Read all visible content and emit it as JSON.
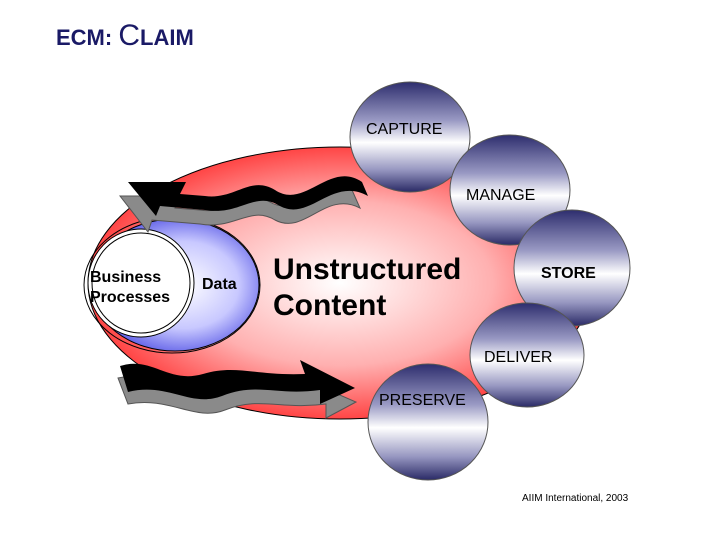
{
  "title": {
    "prefix": "ECM: ",
    "initial": "C",
    "rest": "LAIM"
  },
  "stages": {
    "capture": "CAPTURE",
    "manage": "MANAGE",
    "store": "STORE",
    "deliver": "DELIVER",
    "preserve": "PRESERVE"
  },
  "inner": {
    "business_line1": "Business",
    "business_line2": "Processes",
    "data": "Data"
  },
  "center": {
    "line1": "Unstructured",
    "line2": "Content"
  },
  "credit": "AIIM International, 2003",
  "colors": {
    "title": "#1a1a66",
    "ellipse": "#ff4444",
    "inner_circle": "#7a7aee",
    "arrow": "#000000",
    "arrow_shadow": "#888888"
  }
}
